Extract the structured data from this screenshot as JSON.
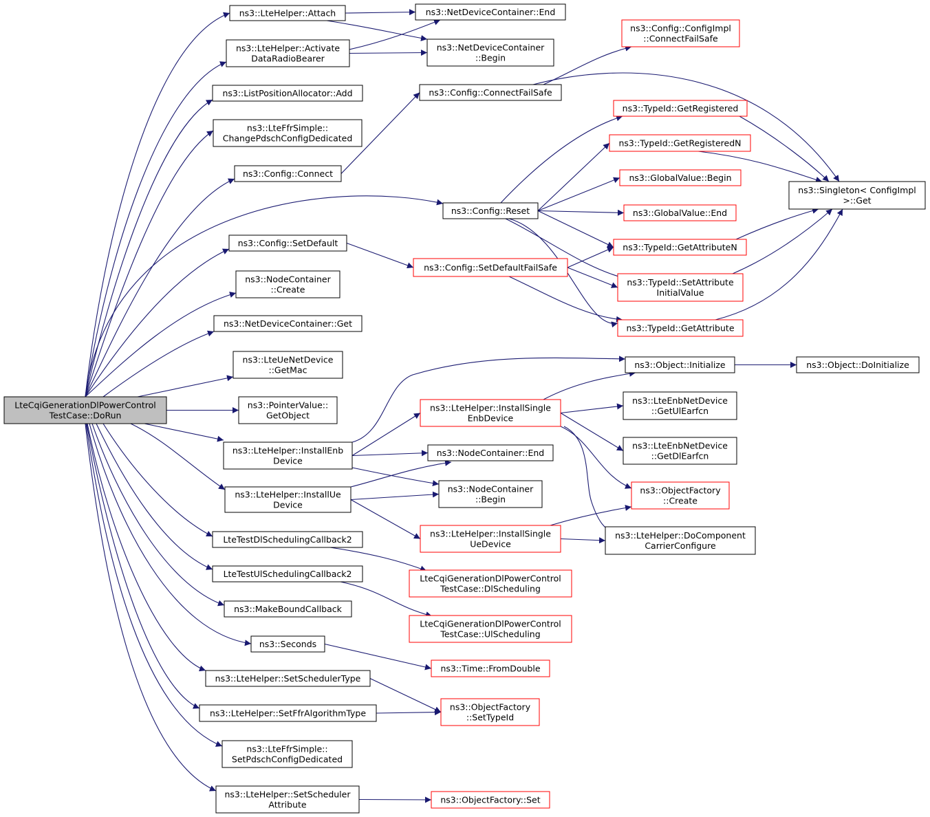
{
  "colors": {
    "edge": "#191970",
    "border_normal": "#000000",
    "border_truncated": "#ff0000",
    "root_fill": "#bfbfbf",
    "node_fill": "#ffffff"
  },
  "nodes": [
    {
      "id": "root",
      "lines": [
        "LteCqiGenerationDlPowerControl",
        "TestCase::DoRun"
      ],
      "style": "root"
    },
    {
      "id": "attach",
      "lines": [
        "ns3::LteHelper::Attach"
      ],
      "style": "normal"
    },
    {
      "id": "activate",
      "lines": [
        "ns3::LteHelper::Activate",
        "DataRadioBearer"
      ],
      "style": "normal"
    },
    {
      "id": "lpa_add",
      "lines": [
        "ns3::ListPositionAllocator::Add"
      ],
      "style": "normal"
    },
    {
      "id": "ffr_change",
      "lines": [
        "ns3::LteFfrSimple::",
        "ChangePdschConfigDedicated"
      ],
      "style": "normal"
    },
    {
      "id": "cfg_connect",
      "lines": [
        "ns3::Config::Connect"
      ],
      "style": "normal"
    },
    {
      "id": "cfg_setdefault",
      "lines": [
        "ns3::Config::SetDefault"
      ],
      "style": "normal"
    },
    {
      "id": "nc_create",
      "lines": [
        "ns3::NodeContainer",
        "::Create"
      ],
      "style": "normal"
    },
    {
      "id": "ndc_get",
      "lines": [
        "ns3::NetDeviceContainer::Get"
      ],
      "style": "normal"
    },
    {
      "id": "ue_getmac",
      "lines": [
        "ns3::LteUeNetDevice",
        "::GetMac"
      ],
      "style": "normal"
    },
    {
      "id": "pv_getobj",
      "lines": [
        "ns3::PointerValue::",
        "GetObject"
      ],
      "style": "normal"
    },
    {
      "id": "install_enb",
      "lines": [
        "ns3::LteHelper::InstallEnb",
        "Device"
      ],
      "style": "normal"
    },
    {
      "id": "install_ue",
      "lines": [
        "ns3::LteHelper::InstallUe",
        "Device"
      ],
      "style": "normal"
    },
    {
      "id": "dl_cb2",
      "lines": [
        "LteTestDlSchedulingCallback2"
      ],
      "style": "normal"
    },
    {
      "id": "ul_cb2",
      "lines": [
        "LteTestUlSchedulingCallback2"
      ],
      "style": "normal"
    },
    {
      "id": "makebound",
      "lines": [
        "ns3::MakeBoundCallback"
      ],
      "style": "normal"
    },
    {
      "id": "seconds",
      "lines": [
        "ns3::Seconds"
      ],
      "style": "normal"
    },
    {
      "id": "set_sched_type",
      "lines": [
        "ns3::LteHelper::SetSchedulerType"
      ],
      "style": "normal"
    },
    {
      "id": "set_ffr_type",
      "lines": [
        "ns3::LteHelper::SetFfrAlgorithmType"
      ],
      "style": "normal"
    },
    {
      "id": "ffr_setpdsch",
      "lines": [
        "ns3::LteFfrSimple::",
        "SetPdschConfigDedicated"
      ],
      "style": "normal"
    },
    {
      "id": "set_sched_attr",
      "lines": [
        "ns3::LteHelper::SetScheduler",
        "Attribute"
      ],
      "style": "normal"
    },
    {
      "id": "ndc_end",
      "lines": [
        "ns3::NetDeviceContainer::End"
      ],
      "style": "normal"
    },
    {
      "id": "ndc_begin",
      "lines": [
        "ns3::NetDeviceContainer",
        "::Begin"
      ],
      "style": "normal"
    },
    {
      "id": "cfgimpl_cfs",
      "lines": [
        "ns3::Config::ConfigImpl",
        "::ConnectFailSafe"
      ],
      "style": "truncated"
    },
    {
      "id": "cfg_cfs",
      "lines": [
        "ns3::Config::ConnectFailSafe"
      ],
      "style": "normal"
    },
    {
      "id": "cfg_reset",
      "lines": [
        "ns3::Config::Reset"
      ],
      "style": "normal"
    },
    {
      "id": "cfg_sdfs",
      "lines": [
        "ns3::Config::SetDefaultFailSafe"
      ],
      "style": "truncated"
    },
    {
      "id": "tid_getreg",
      "lines": [
        "ns3::TypeId::GetRegistered"
      ],
      "style": "truncated"
    },
    {
      "id": "tid_getregn",
      "lines": [
        "ns3::TypeId::GetRegisteredN"
      ],
      "style": "truncated"
    },
    {
      "id": "gv_begin",
      "lines": [
        "ns3::GlobalValue::Begin"
      ],
      "style": "truncated"
    },
    {
      "id": "gv_end",
      "lines": [
        "ns3::GlobalValue::End"
      ],
      "style": "truncated"
    },
    {
      "id": "tid_getattrn",
      "lines": [
        "ns3::TypeId::GetAttributeN"
      ],
      "style": "truncated"
    },
    {
      "id": "tid_setattr",
      "lines": [
        "ns3::TypeId::SetAttribute",
        "InitialValue"
      ],
      "style": "truncated"
    },
    {
      "id": "tid_getattr",
      "lines": [
        "ns3::TypeId::GetAttribute"
      ],
      "style": "truncated"
    },
    {
      "id": "singleton",
      "lines": [
        "ns3::Singleton< ConfigImpl",
        ">::Get"
      ],
      "style": "normal"
    },
    {
      "id": "obj_init",
      "lines": [
        "ns3::Object::Initialize"
      ],
      "style": "normal"
    },
    {
      "id": "obj_doinit",
      "lines": [
        "ns3::Object::DoInitialize"
      ],
      "style": "normal"
    },
    {
      "id": "inst_single_enb",
      "lines": [
        "ns3::LteHelper::InstallSingle",
        "EnbDevice"
      ],
      "style": "truncated"
    },
    {
      "id": "enb_ulearfcn",
      "lines": [
        "ns3::LteEnbNetDevice",
        "::GetUlEarfcn"
      ],
      "style": "normal"
    },
    {
      "id": "enb_dlearfcn",
      "lines": [
        "ns3::LteEnbNetDevice",
        "::GetDlEarfcn"
      ],
      "style": "normal"
    },
    {
      "id": "nc_end",
      "lines": [
        "ns3::NodeContainer::End"
      ],
      "style": "normal"
    },
    {
      "id": "nc_begin",
      "lines": [
        "ns3::NodeContainer",
        "::Begin"
      ],
      "style": "normal"
    },
    {
      "id": "of_create",
      "lines": [
        "ns3::ObjectFactory",
        "::Create"
      ],
      "style": "truncated"
    },
    {
      "id": "inst_single_ue",
      "lines": [
        "ns3::LteHelper::InstallSingle",
        "UeDevice"
      ],
      "style": "truncated"
    },
    {
      "id": "doccconf",
      "lines": [
        "ns3::LteHelper::DoComponent",
        "CarrierConfigure"
      ],
      "style": "normal"
    },
    {
      "id": "dlsched",
      "lines": [
        "LteCqiGenerationDlPowerControl",
        "TestCase::DlScheduling"
      ],
      "style": "truncated"
    },
    {
      "id": "ulsched",
      "lines": [
        "LteCqiGenerationDlPowerControl",
        "TestCase::UlScheduling"
      ],
      "style": "truncated"
    },
    {
      "id": "time_fromdouble",
      "lines": [
        "ns3::Time::FromDouble"
      ],
      "style": "truncated"
    },
    {
      "id": "of_settypeid",
      "lines": [
        "ns3::ObjectFactory",
        "::SetTypeId"
      ],
      "style": "truncated"
    },
    {
      "id": "of_set",
      "lines": [
        "ns3::ObjectFactory::Set"
      ],
      "style": "truncated"
    }
  ],
  "edges": [
    [
      "root",
      "attach"
    ],
    [
      "root",
      "activate"
    ],
    [
      "root",
      "lpa_add"
    ],
    [
      "root",
      "ffr_change"
    ],
    [
      "root",
      "cfg_connect"
    ],
    [
      "root",
      "cfg_reset"
    ],
    [
      "root",
      "cfg_setdefault"
    ],
    [
      "root",
      "nc_create"
    ],
    [
      "root",
      "ndc_get"
    ],
    [
      "root",
      "ue_getmac"
    ],
    [
      "root",
      "pv_getobj"
    ],
    [
      "root",
      "install_enb"
    ],
    [
      "root",
      "install_ue"
    ],
    [
      "root",
      "dl_cb2"
    ],
    [
      "root",
      "ul_cb2"
    ],
    [
      "root",
      "makebound"
    ],
    [
      "root",
      "seconds"
    ],
    [
      "root",
      "set_sched_type"
    ],
    [
      "root",
      "set_ffr_type"
    ],
    [
      "root",
      "ffr_setpdsch"
    ],
    [
      "root",
      "set_sched_attr"
    ],
    [
      "attach",
      "ndc_end"
    ],
    [
      "attach",
      "ndc_begin"
    ],
    [
      "activate",
      "ndc_end"
    ],
    [
      "activate",
      "ndc_begin"
    ],
    [
      "cfg_connect",
      "cfg_cfs"
    ],
    [
      "cfg_cfs",
      "cfgimpl_cfs"
    ],
    [
      "cfg_cfs",
      "singleton"
    ],
    [
      "cfg_reset",
      "tid_getreg"
    ],
    [
      "cfg_reset",
      "tid_getregn"
    ],
    [
      "cfg_reset",
      "gv_begin"
    ],
    [
      "cfg_reset",
      "gv_end"
    ],
    [
      "cfg_reset",
      "tid_getattrn"
    ],
    [
      "cfg_reset",
      "tid_setattr"
    ],
    [
      "cfg_reset",
      "tid_getattr"
    ],
    [
      "cfg_setdefault",
      "cfg_sdfs"
    ],
    [
      "cfg_sdfs",
      "tid_getattrn"
    ],
    [
      "cfg_sdfs",
      "tid_setattr"
    ],
    [
      "cfg_sdfs",
      "tid_getattr"
    ],
    [
      "tid_getreg",
      "singleton"
    ],
    [
      "tid_getregn",
      "singleton"
    ],
    [
      "tid_getattrn",
      "singleton"
    ],
    [
      "tid_setattr",
      "singleton"
    ],
    [
      "tid_getattr",
      "singleton"
    ],
    [
      "install_enb",
      "obj_init"
    ],
    [
      "install_enb",
      "inst_single_enb"
    ],
    [
      "install_enb",
      "nc_end"
    ],
    [
      "install_enb",
      "nc_begin"
    ],
    [
      "install_ue",
      "nc_end"
    ],
    [
      "install_ue",
      "nc_begin"
    ],
    [
      "install_ue",
      "inst_single_ue"
    ],
    [
      "obj_init",
      "obj_doinit"
    ],
    [
      "inst_single_enb",
      "obj_init"
    ],
    [
      "inst_single_enb",
      "enb_ulearfcn"
    ],
    [
      "inst_single_enb",
      "enb_dlearfcn"
    ],
    [
      "inst_single_enb",
      "of_create"
    ],
    [
      "inst_single_enb",
      "doccconf"
    ],
    [
      "inst_single_ue",
      "of_create"
    ],
    [
      "inst_single_ue",
      "doccconf"
    ],
    [
      "dl_cb2",
      "dlsched"
    ],
    [
      "ul_cb2",
      "ulsched"
    ],
    [
      "seconds",
      "time_fromdouble"
    ],
    [
      "set_sched_type",
      "of_settypeid"
    ],
    [
      "set_ffr_type",
      "of_settypeid"
    ],
    [
      "set_sched_attr",
      "of_set"
    ]
  ]
}
